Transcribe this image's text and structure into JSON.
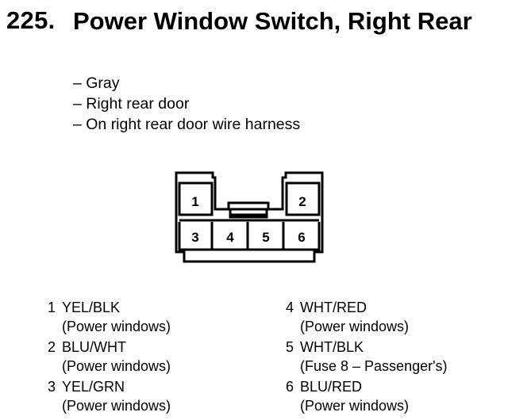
{
  "header": {
    "number": "225.",
    "title": "Power Window Switch, Right Rear"
  },
  "details": [
    "– Gray",
    "– Right rear door",
    "– On right rear door wire harness"
  ],
  "connector": {
    "cavities": [
      "1",
      "2",
      "3",
      "4",
      "5",
      "6"
    ]
  },
  "pins": [
    {
      "number": "1",
      "color": "YEL/BLK",
      "use": "(Power windows)"
    },
    {
      "number": "2",
      "color": "BLU/WHT",
      "use": "(Power windows)"
    },
    {
      "number": "3",
      "color": "YEL/GRN",
      "use": "(Power windows)"
    },
    {
      "number": "4",
      "color": "WHT/RED",
      "use": "(Power windows)"
    },
    {
      "number": "5",
      "color": "WHT/BLK",
      "use": "(Fuse 8 – Passenger's)"
    },
    {
      "number": "6",
      "color": "BLU/RED",
      "use": "(Power windows)"
    }
  ]
}
